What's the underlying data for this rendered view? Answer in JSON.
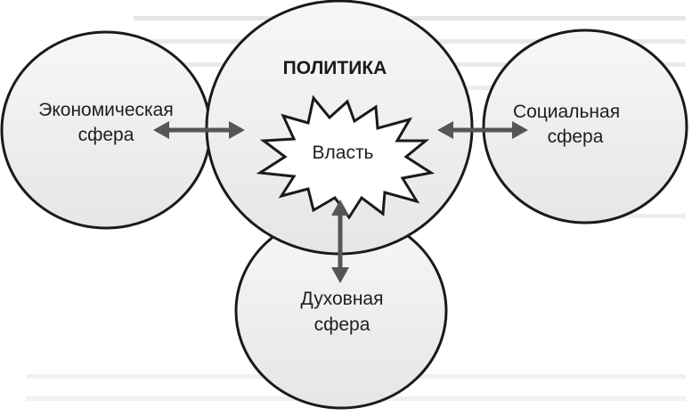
{
  "diagram": {
    "center": {
      "title": "ПОЛИТИКА",
      "core": "Власть"
    },
    "economic": {
      "line1": "Экономическая",
      "line2": "сфера"
    },
    "social": {
      "line1": "Социальная",
      "line2": "сфера"
    },
    "spiritual": {
      "line1": "Духовная",
      "line2": "сфера"
    },
    "colors": {
      "stroke": "#1a1a1a",
      "arrow": "#555555",
      "ellipse_fill": "#f2f2f2",
      "star_fill": "#ffffff",
      "background_text": "#bdbdbd"
    }
  }
}
